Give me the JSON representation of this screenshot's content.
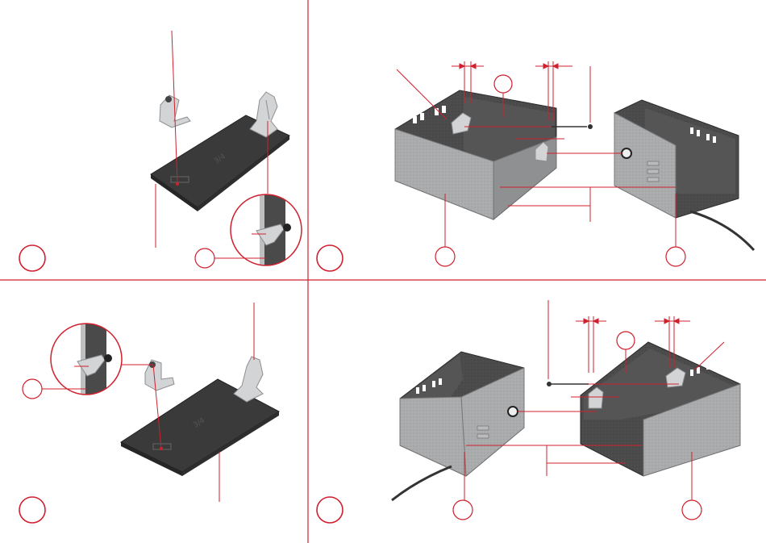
{
  "colors": {
    "accent_red": "#d0202e",
    "plate_dark": "#3a3a3a",
    "part_light": "#cfd1d3",
    "box_gray": "#a8aaac",
    "box_dark": "#4a4a4a",
    "background": "#ffffff"
  },
  "panels": [
    {
      "id": "step-1",
      "step_label": "",
      "parts": [
        "foot-bracket-left",
        "foot-bracket-right",
        "base-plate"
      ]
    },
    {
      "id": "step-2",
      "step_label": "",
      "parts": [
        "housing-half-left",
        "housing-half-right",
        "foot-bracket",
        "pin",
        "cable"
      ]
    },
    {
      "id": "step-3",
      "step_label": "",
      "parts": [
        "foot-bracket-left",
        "foot-bracket-right",
        "base-plate"
      ]
    },
    {
      "id": "step-4",
      "step_label": "",
      "parts": [
        "housing-half-left",
        "housing-half-right",
        "foot-bracket",
        "pin",
        "cable"
      ]
    }
  ],
  "plate_marking": "3/4",
  "icons": [
    "step-circle-icon",
    "callout-circle-icon",
    "magnifier-circle-icon",
    "dimension-arrow-icon",
    "pin-icon",
    "cable-icon"
  ]
}
